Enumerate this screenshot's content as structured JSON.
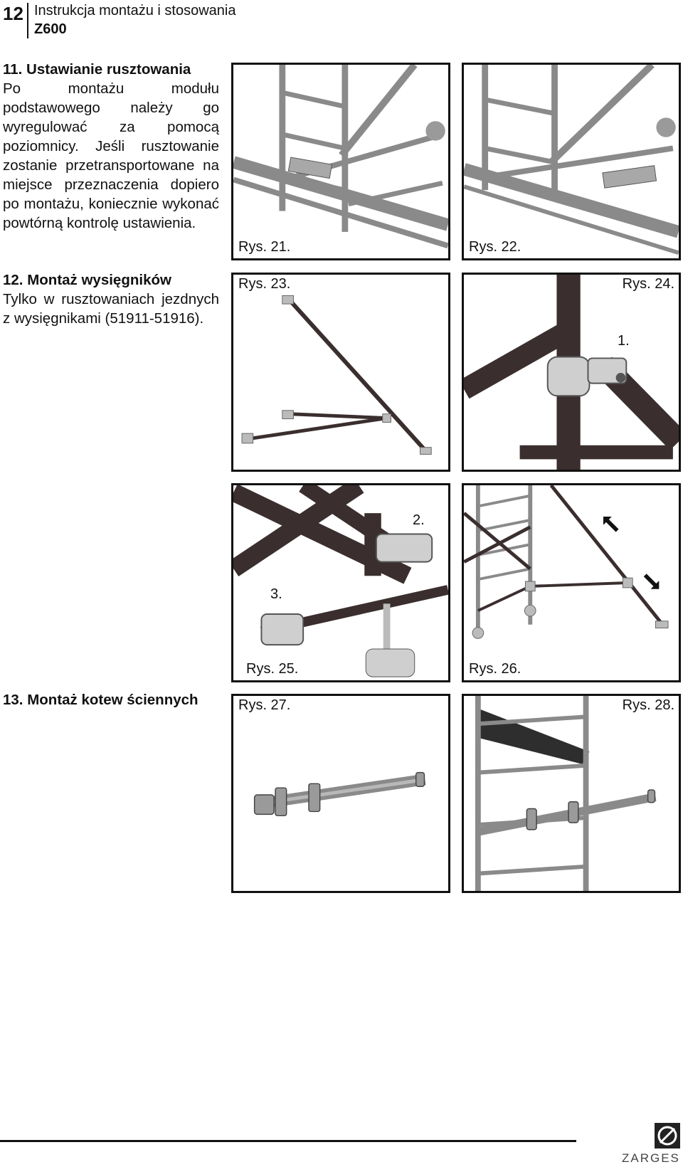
{
  "header": {
    "page_number": "12",
    "title": "Instrukcja montażu i stosowania",
    "model": "Z600"
  },
  "sections": [
    {
      "title": "11. Ustawianie rusztowania",
      "body": "Po montażu modułu podstawowego należy go wyregulować za pomocą poziomnicy. Jeśli rusztowanie zostanie przetransportowane na miejsce przeznaczenia dopiero po montażu, koniecznie wykonać powtórną kontrolę ustawienia."
    },
    {
      "title": "12. Montaż wysięgników",
      "body": "Tylko w rusztowaniach jezdnych z wysięgnikami (51911-51916)."
    },
    {
      "title": "13. Montaż kotew ściennych",
      "body": ""
    }
  ],
  "figures": [
    {
      "caption": "Rys. 21.",
      "callouts": []
    },
    {
      "caption": "Rys. 22.",
      "callouts": []
    },
    {
      "caption": "Rys. 23.",
      "callouts": []
    },
    {
      "caption": "Rys. 24.",
      "callouts": [
        "1."
      ]
    },
    {
      "caption": "Rys. 25.",
      "callouts": [
        "2.",
        "3."
      ]
    },
    {
      "caption": "Rys. 26.",
      "callouts": []
    },
    {
      "caption": "Rys. 27.",
      "callouts": []
    },
    {
      "caption": "Rys. 28.",
      "callouts": []
    }
  ],
  "footer": {
    "brand": "ZARGES"
  },
  "colors": {
    "steel": "#8a8a8a",
    "dark_tube": "#3a2e2e",
    "rule": "#111111"
  }
}
